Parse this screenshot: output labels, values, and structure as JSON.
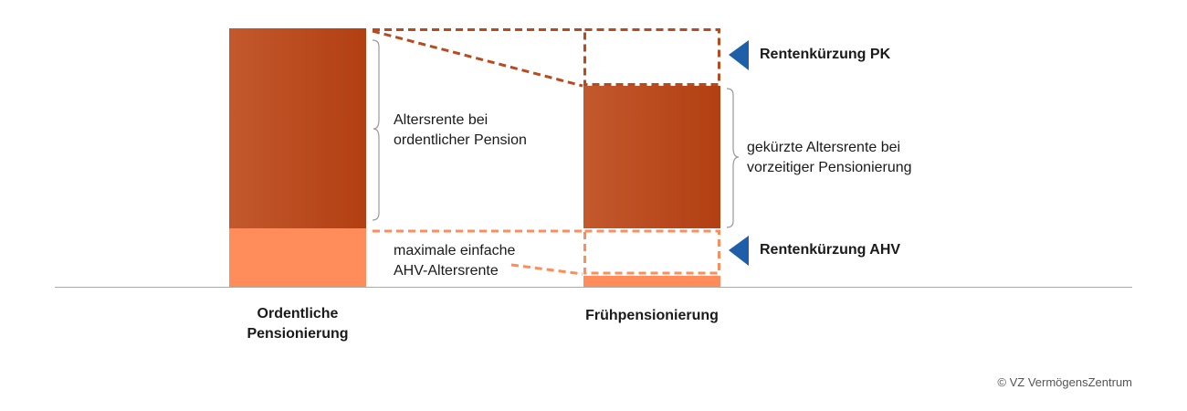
{
  "colors": {
    "bar_dark_left": "#c2592d",
    "bar_dark_right": "#b23f12",
    "bar_light": "#ff8c5a",
    "dash_dark": "#b84a1e",
    "dash_light": "#ff8c5a",
    "arrow_blue": "#1f5ea8",
    "axis": "#aaaaaa",
    "brace": "#999999"
  },
  "labels": {
    "altersrente_line1": "Altersrente bei",
    "altersrente_line2": "ordentlicher Pension",
    "ahv_line1": "maximale einfache",
    "ahv_line2": "AHV-Altersrente",
    "gekuerzt_line1": "gekürzte Altersrente bei",
    "gekuerzt_line2": "vorzeitiger Pensionierung",
    "kuerzung_pk": "Rentenkürzung PK",
    "kuerzung_ahv": "Rentenkürzung AHV"
  },
  "axis_labels": {
    "ordentlich_line1": "Ordentliche",
    "ordentlich_line2": "Pensionierung",
    "frueh": "Frühpensionierung"
  },
  "icons": {
    "pk_marker": "triangle-left-icon",
    "ahv_marker": "triangle-left-icon"
  },
  "footer": "© VZ VermögensZentrum"
}
